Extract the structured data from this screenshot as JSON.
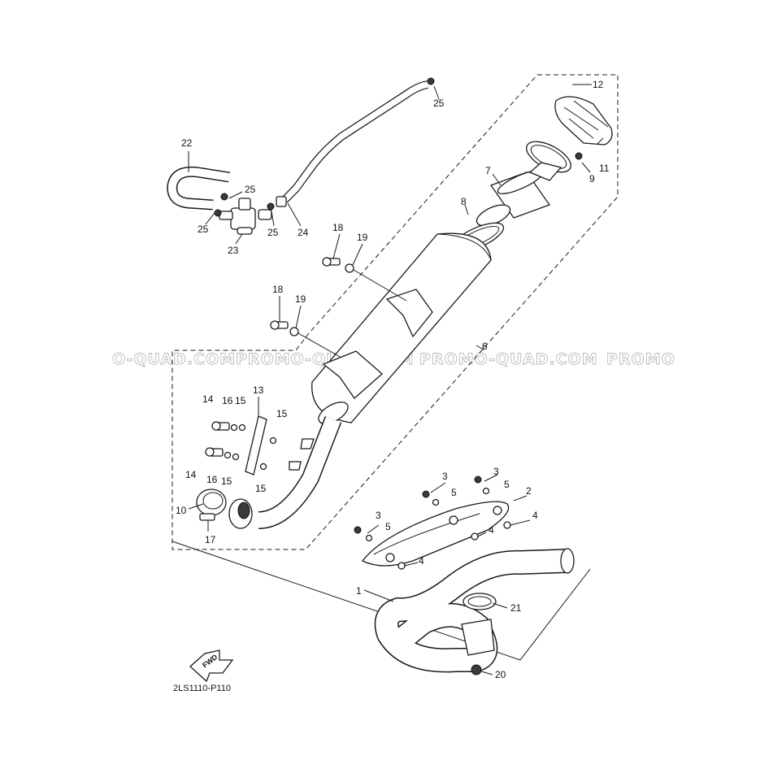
{
  "diagram": {
    "code": "2LS1110-P110",
    "fwd_label": "FWD",
    "watermark": [
      "O-QUAD.COM",
      "PROMO-QUAD.COM",
      "PROMO-QUAD.COM",
      "PROMO"
    ],
    "callouts": {
      "c1": "1",
      "c2": "2",
      "c3a": "3",
      "c3b": "3",
      "c3c": "3",
      "c4a": "4",
      "c4b": "4",
      "c4c": "4",
      "c5a": "5",
      "c5b": "5",
      "c5c": "5",
      "c6": "6",
      "c7": "7",
      "c8": "8",
      "c9": "9",
      "c10": "10",
      "c11": "11",
      "c12": "12",
      "c13": "13",
      "c14a": "14",
      "c14b": "14",
      "c15a": "15",
      "c15b": "15",
      "c15c": "15",
      "c15d": "15",
      "c16a": "16",
      "c16b": "16",
      "c17": "17",
      "c18a": "18",
      "c18b": "18",
      "c19a": "19",
      "c19b": "19",
      "c20": "20",
      "c21": "21",
      "c22": "22",
      "c23": "23",
      "c24": "24",
      "c25a": "25",
      "c25b": "25",
      "c25c": "25",
      "c25d": "25"
    }
  }
}
